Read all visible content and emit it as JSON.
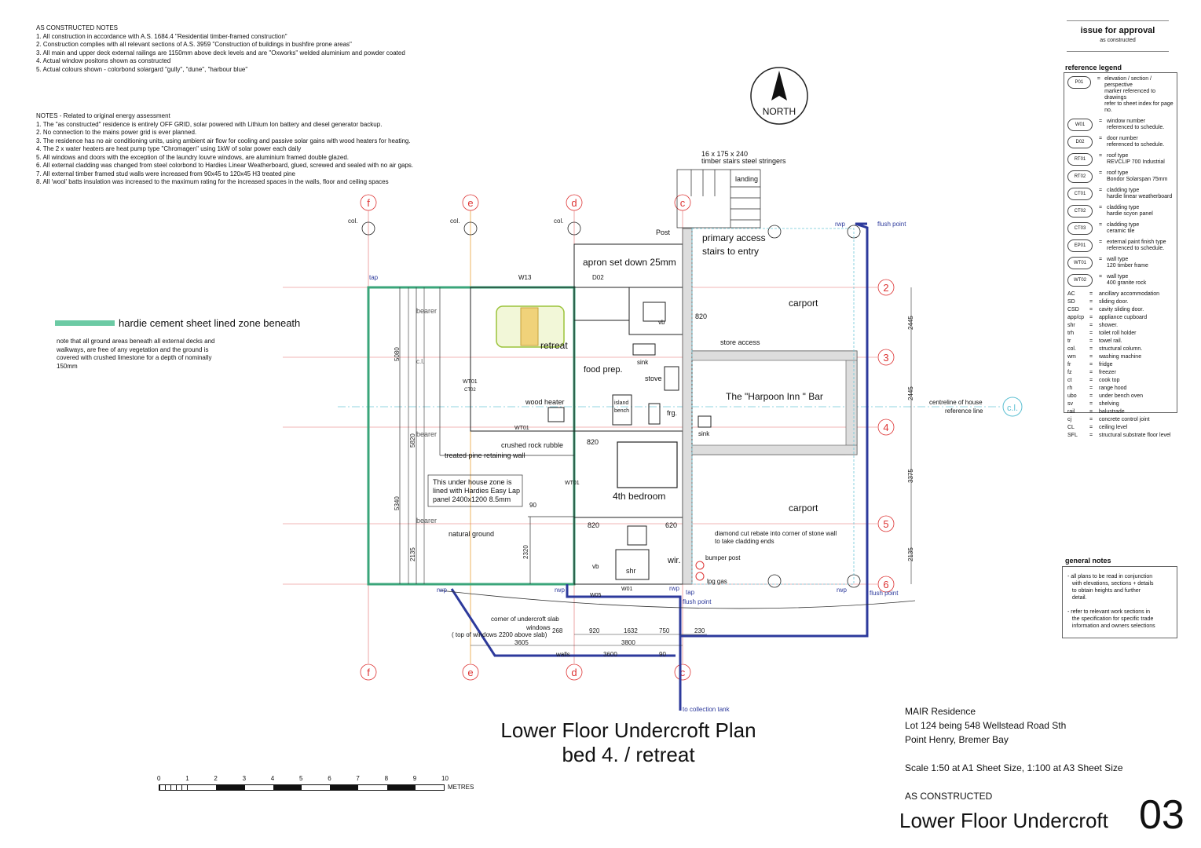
{
  "as_constructed_notes": {
    "heading": "AS CONSTRUCTED NOTES",
    "items": [
      "1. All construction in accordance with A.S. 1684.4 \"Residential timber-framed construction\"",
      "2. Construction complies with all relevant sections of  A.S. 3959 \"Construction of buildings in bushfire prone areas\"",
      "3. All main and upper deck external railings are 1150mm above deck levels and are \"Oxworks\" welded aluminium and powder coated",
      "4. Actual window positons shown as constructed",
      "5. Actual colours shown - colorbond solargard \"gully\", \"dune\", \"harbour blue\""
    ]
  },
  "energy_notes": {
    "heading": "NOTES - Related to original energy assessment",
    "items": [
      "1. The \"as constructed\" residence is entirely OFF GRID, solar powered with Lithium Ion battery and diesel generator  backup.",
      "2. No connection to the mains power grid is ever planned.",
      "3. The residence has no air conditioning units, using ambient air flow for cooling and passive solar gains with wood heaters for heating.",
      "4. The 2 x water heaters are heat pump type \"Chromagen\" using 1kW of solar power each daily",
      "5. All windows and doors with the exception of the laundry louvre windows, are aluminium framed double glazed.",
      "6. All external cladding was changed from steel colorbond to Hardies Linear Weatherboard, glued, screwed and sealed with no air gaps.",
      "7. All external timber framed stud walls were increased from 90x45 to 120x45 H3 treated pine",
      "8. All 'wool' batts insulation was increased to the maximum rating for the increased spaces in the walls, floor and ceiling spaces"
    ]
  },
  "hardie_legend": {
    "label": "hardie cement sheet lined zone beneath",
    "color": "#6ccaa4",
    "note": [
      "note that all ground areas beneath all external decks and",
      "walkways, are free of any vegetation and the ground is",
      "covered with crushed limestone for a depth of nominally",
      "150mm"
    ]
  },
  "north": {
    "label": "NORTH"
  },
  "issue": {
    "title": "issue for approval",
    "subtitle": "as constructed"
  },
  "reference_legend": {
    "heading": "reference legend",
    "symbols": [
      {
        "code": "P01",
        "text": [
          "elevation / section / perspective",
          "marker referenced to drawings",
          "refer to sheet index for page no."
        ]
      },
      {
        "code": "W01",
        "text": [
          "window number",
          "referenced to schedule."
        ]
      },
      {
        "code": "D02",
        "text": [
          "door number",
          "referenced to schedule."
        ]
      },
      {
        "code": "RT01",
        "text": [
          "roof type",
          "REVCLIP 700 Industrial"
        ]
      },
      {
        "code": "RT02",
        "text": [
          "roof type",
          "Bondor Solarspan 75mm"
        ]
      },
      {
        "code": "CT01",
        "text": [
          "cladding type",
          "hardie linear weatherboard"
        ]
      },
      {
        "code": "CT02",
        "text": [
          "cladding type",
          "hardie scyon panel"
        ]
      },
      {
        "code": "CT03",
        "text": [
          "cladding type",
          "ceramic tile"
        ]
      },
      {
        "code": "EP01",
        "text": [
          "external paint finish type",
          "referenced to schedule."
        ]
      },
      {
        "code": "WT01",
        "text": [
          "wall type",
          "120 timber frame"
        ]
      },
      {
        "code": "WT02",
        "text": [
          "wall type",
          "400 granite rock"
        ]
      }
    ],
    "abbreviations": [
      [
        "AC",
        "ancillary accommodation"
      ],
      [
        "SD",
        "sliding door."
      ],
      [
        "CSD",
        "cavity sliding door."
      ],
      [
        "app/cp",
        "appliance cupboard"
      ],
      [
        "shr",
        "shower."
      ],
      [
        "trh",
        "toilet roll holder"
      ],
      [
        "tr",
        "towel rail."
      ],
      [
        "col.",
        "structural column."
      ],
      [
        "wm",
        "washing machine"
      ],
      [
        "fr",
        "fridge"
      ],
      [
        "fz",
        "freezer"
      ],
      [
        "ct",
        "cook top"
      ],
      [
        "rh",
        "range hood"
      ],
      [
        "ubo",
        "under bench oven"
      ],
      [
        "sv",
        "shelving"
      ],
      [
        "rail",
        "balustrade"
      ],
      [
        "cj",
        "concrete control joint"
      ],
      [
        "CL",
        "ceiling level"
      ],
      [
        "SFL",
        "structural substrate floor level"
      ]
    ]
  },
  "general_notes": {
    "heading": "general notes",
    "items": [
      [
        "-  all plans to be read in conjunction",
        "   with elevations, sections + details",
        "   to obtain heights and further",
        "   detail."
      ],
      [
        "-  refer to relevant work sections in",
        "   the specification for specific trade",
        "   information and owners selections"
      ]
    ]
  },
  "grid": {
    "letters": [
      "f",
      "e",
      "d",
      "c"
    ],
    "numbers": [
      "2",
      "3",
      "4",
      "5",
      "6"
    ]
  },
  "plan": {
    "stairs_note": [
      "16 x 175 x 240",
      "timber stairs steel stringers"
    ],
    "landing": "landing",
    "primary_access": [
      "primary access",
      "stairs to entry"
    ],
    "apron": "apron set down 25mm",
    "carport1": "carport",
    "carport2": "carport",
    "store": "store  access",
    "bar": "The \"Harpoon Inn \" Bar",
    "retreat": "retreat",
    "food_prep": "food prep.",
    "sink1": "sink",
    "sink2": "sink",
    "stove": "stove",
    "island": [
      "island",
      "bench"
    ],
    "frg": "frg.",
    "wood_heater": "wood  heater",
    "bedroom": "4th bedroom",
    "crushed": "crushed rock rubble",
    "retaining": "treated pine retaining wall",
    "easy_lap": [
      "This under house zone is",
      "lined with Hardies Easy Lap",
      "panel 2400x1200 8.5mm"
    ],
    "natural_ground": "natural ground",
    "shr": "shr",
    "vb1": "vb",
    "vb2": "vb",
    "wir": "wir.",
    "diamond": [
      "diamond cut rebate into corner of stone wall",
      "to take cladding ends"
    ],
    "bumper": "bumper post",
    "lpg": "lpg gas",
    "tap1": "tap",
    "tap2": "tap",
    "flush1": "flush point",
    "flush2": "flush point",
    "flush3": "flush point",
    "rwp": "rwp",
    "collection": "to collection tank",
    "centreline": [
      "centreline of house",
      "reference line"
    ],
    "cl": "c.l.",
    "col": "col.",
    "post": "Post",
    "bearer": "bearer",
    "corner": "corner of undercroft slab",
    "windows": [
      "windows",
      "( top of windows 2200 above slab)"
    ],
    "walls": "walls",
    "w13": "W13",
    "d02": "D02",
    "wt01": "WT01",
    "ct02": "CT02",
    "w05": "W05",
    "w01": "W01",
    "d820": "820",
    "d620": "620",
    "d90": "90",
    "dims_left": [
      "5080",
      "5820",
      "5340",
      "2135",
      "2320"
    ],
    "dims_right": [
      "2445",
      "2445",
      "3375",
      "2135"
    ],
    "dims_bottom": [
      "268",
      "920",
      "1632",
      "750",
      "230",
      "3605",
      "3800",
      "3600",
      "90"
    ]
  },
  "title": {
    "line1": "Lower Floor Undercroft Plan",
    "line2": "bed 4. / retreat"
  },
  "scale_bar": {
    "ticks": [
      "0",
      "1",
      "2",
      "3",
      "4",
      "5",
      "6",
      "7",
      "8",
      "9",
      "10"
    ],
    "unit": "METRES"
  },
  "project": {
    "name": "MAIR Residence",
    "lot": "Lot 124 being 548 Wellstead Road Sth",
    "place": "Point Henry, Bremer Bay",
    "scale": "Scale 1:50 at A1 Sheet Size, 1:100 at A3 Sheet Size",
    "status": "AS CONSTRUCTED",
    "sheet_title": "Lower Floor Undercroft",
    "sheet_no": "03"
  }
}
